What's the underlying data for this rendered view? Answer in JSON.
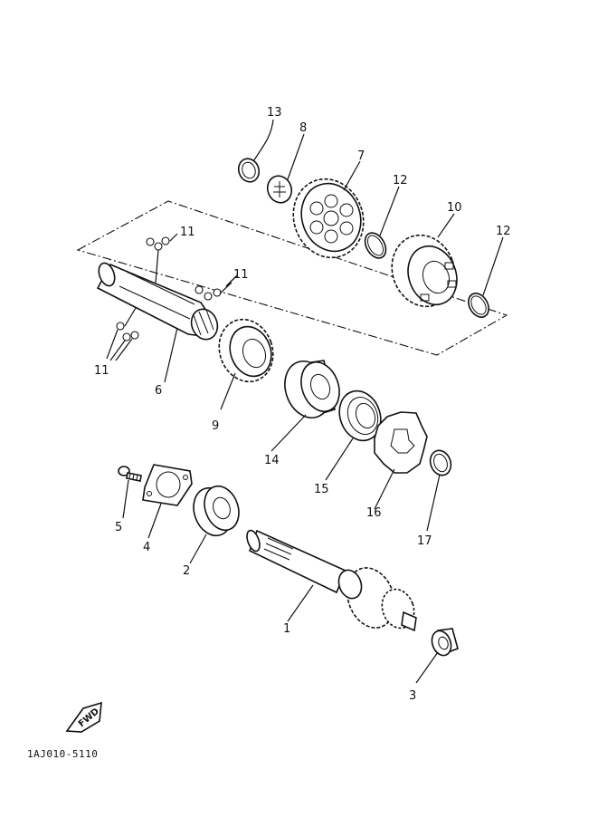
{
  "drawing_code": "1AJ010-5110",
  "fwd_label": "FWD",
  "callouts": [
    "1",
    "2",
    "3",
    "4",
    "5",
    "6",
    "7",
    "8",
    "9",
    "10",
    "11",
    "11",
    "11",
    "12",
    "12",
    "13",
    "14",
    "15",
    "16",
    "17"
  ]
}
